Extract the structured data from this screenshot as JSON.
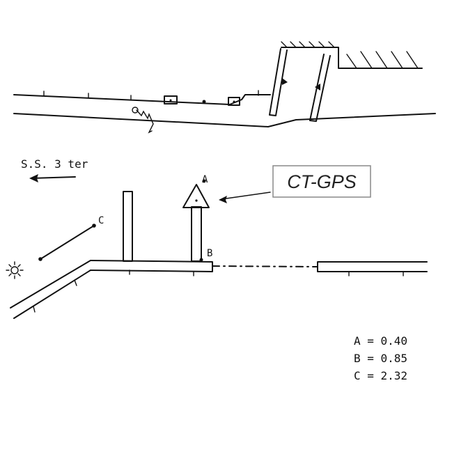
{
  "direction": {
    "label": "S.S. 3 ter"
  },
  "callout": {
    "label": "CT-GPS"
  },
  "points": {
    "a": "A",
    "b": "B",
    "c": "C"
  },
  "legend": [
    {
      "key": "A",
      "text": "A = 0.40"
    },
    {
      "key": "B",
      "text": "B = 0.85"
    },
    {
      "key": "C",
      "text": "C = 2.32"
    }
  ],
  "icons": {
    "light": "sun-icon",
    "arrow": "arrow-left-icon"
  }
}
